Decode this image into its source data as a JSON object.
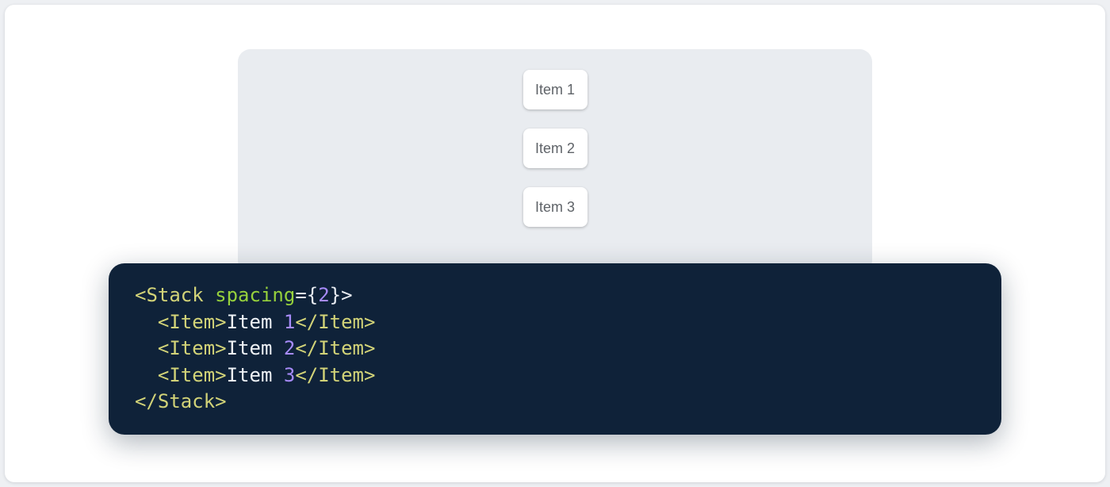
{
  "page": {
    "background": "#eef0f3",
    "card_background": "#ffffff"
  },
  "demo": {
    "panel_background": "#e9ecf0",
    "items": [
      {
        "label": "Item 1"
      },
      {
        "label": "Item 2"
      },
      {
        "label": "Item 3"
      }
    ]
  },
  "code": {
    "background": "#0f2239",
    "colors": {
      "tag": "#d2d378",
      "attr": "#96d13c",
      "number": "#a78bfa",
      "punct": "#e8ecf2",
      "text": "#eef2f6"
    },
    "lines": [
      [
        {
          "type": "tag",
          "text": "<Stack"
        },
        {
          "type": "text",
          "text": " "
        },
        {
          "type": "attr",
          "text": "spacing"
        },
        {
          "type": "punct",
          "text": "={"
        },
        {
          "type": "number",
          "text": "2"
        },
        {
          "type": "punct",
          "text": "}>"
        }
      ],
      [
        {
          "type": "text",
          "text": "  "
        },
        {
          "type": "tag",
          "text": "<Item>"
        },
        {
          "type": "text",
          "text": "Item "
        },
        {
          "type": "number",
          "text": "1"
        },
        {
          "type": "tag",
          "text": "</Item>"
        }
      ],
      [
        {
          "type": "text",
          "text": "  "
        },
        {
          "type": "tag",
          "text": "<Item>"
        },
        {
          "type": "text",
          "text": "Item "
        },
        {
          "type": "number",
          "text": "2"
        },
        {
          "type": "tag",
          "text": "</Item>"
        }
      ],
      [
        {
          "type": "text",
          "text": "  "
        },
        {
          "type": "tag",
          "text": "<Item>"
        },
        {
          "type": "text",
          "text": "Item "
        },
        {
          "type": "number",
          "text": "3"
        },
        {
          "type": "tag",
          "text": "</Item>"
        }
      ],
      [
        {
          "type": "tag",
          "text": "</Stack>"
        }
      ]
    ]
  }
}
